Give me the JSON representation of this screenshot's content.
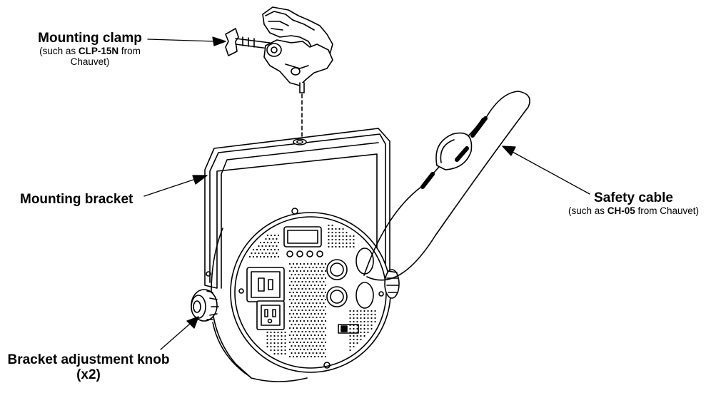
{
  "labels": {
    "mounting_clamp": {
      "title": "Mounting clamp",
      "sub_prefix": "(such as ",
      "sub_model": "CLP-15N",
      "sub_suffix": " from Chauvet)"
    },
    "mounting_bracket": {
      "title": "Mounting bracket"
    },
    "safety_cable": {
      "title": "Safety cable",
      "sub_prefix": "(such as ",
      "sub_model": "CH-05",
      "sub_suffix": " from Chauvet)"
    },
    "adjustment_knob": {
      "title": "Bracket adjustment knob",
      "count": "(x2)"
    }
  },
  "colors": {
    "line": "#000000",
    "background": "#ffffff"
  }
}
